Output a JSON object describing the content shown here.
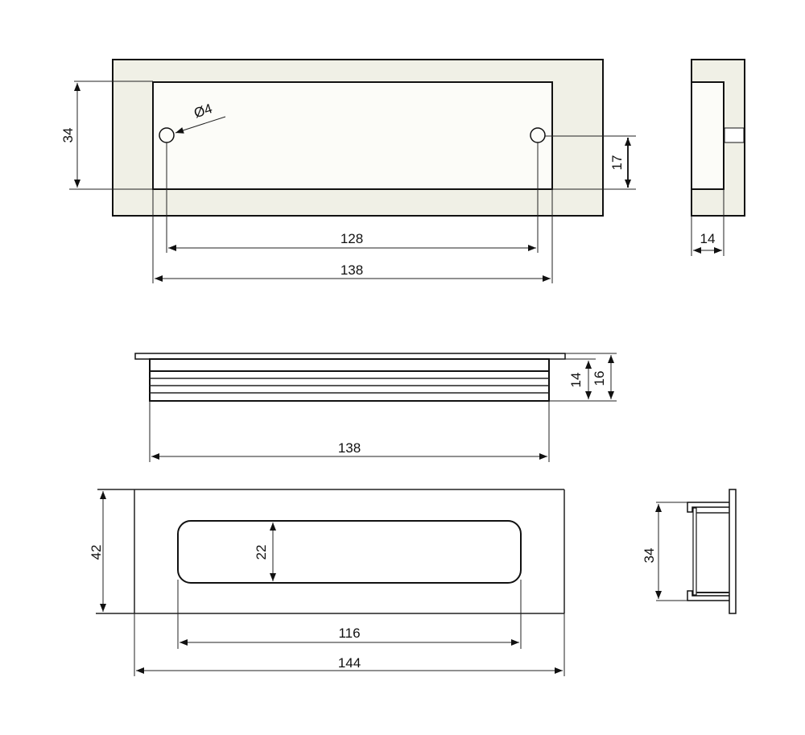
{
  "drawing": {
    "type": "technical dimension drawing",
    "subject": "recessed flush pull handle",
    "units": "mm",
    "colors": {
      "body_fill": "#f0f0e6",
      "inner_fill": "#fcfcf8",
      "line": "#111111",
      "background": "#ffffff"
    }
  },
  "views": {
    "top_front": {
      "height_label": "34",
      "hole_diameter_label": "Ø4",
      "hole_offset_label": "17",
      "hole_spacing_label": "128",
      "inner_width_label": "138"
    },
    "top_side": {
      "depth_label": "14"
    },
    "middle_side": {
      "flange_height_label": "16",
      "body_height_label": "14",
      "body_width_label": "138"
    },
    "bottom_front": {
      "height_label": "42",
      "grip_height_label": "22",
      "grip_width_label": "116",
      "overall_width_label": "144"
    },
    "bottom_section": {
      "height_label": "34"
    }
  }
}
